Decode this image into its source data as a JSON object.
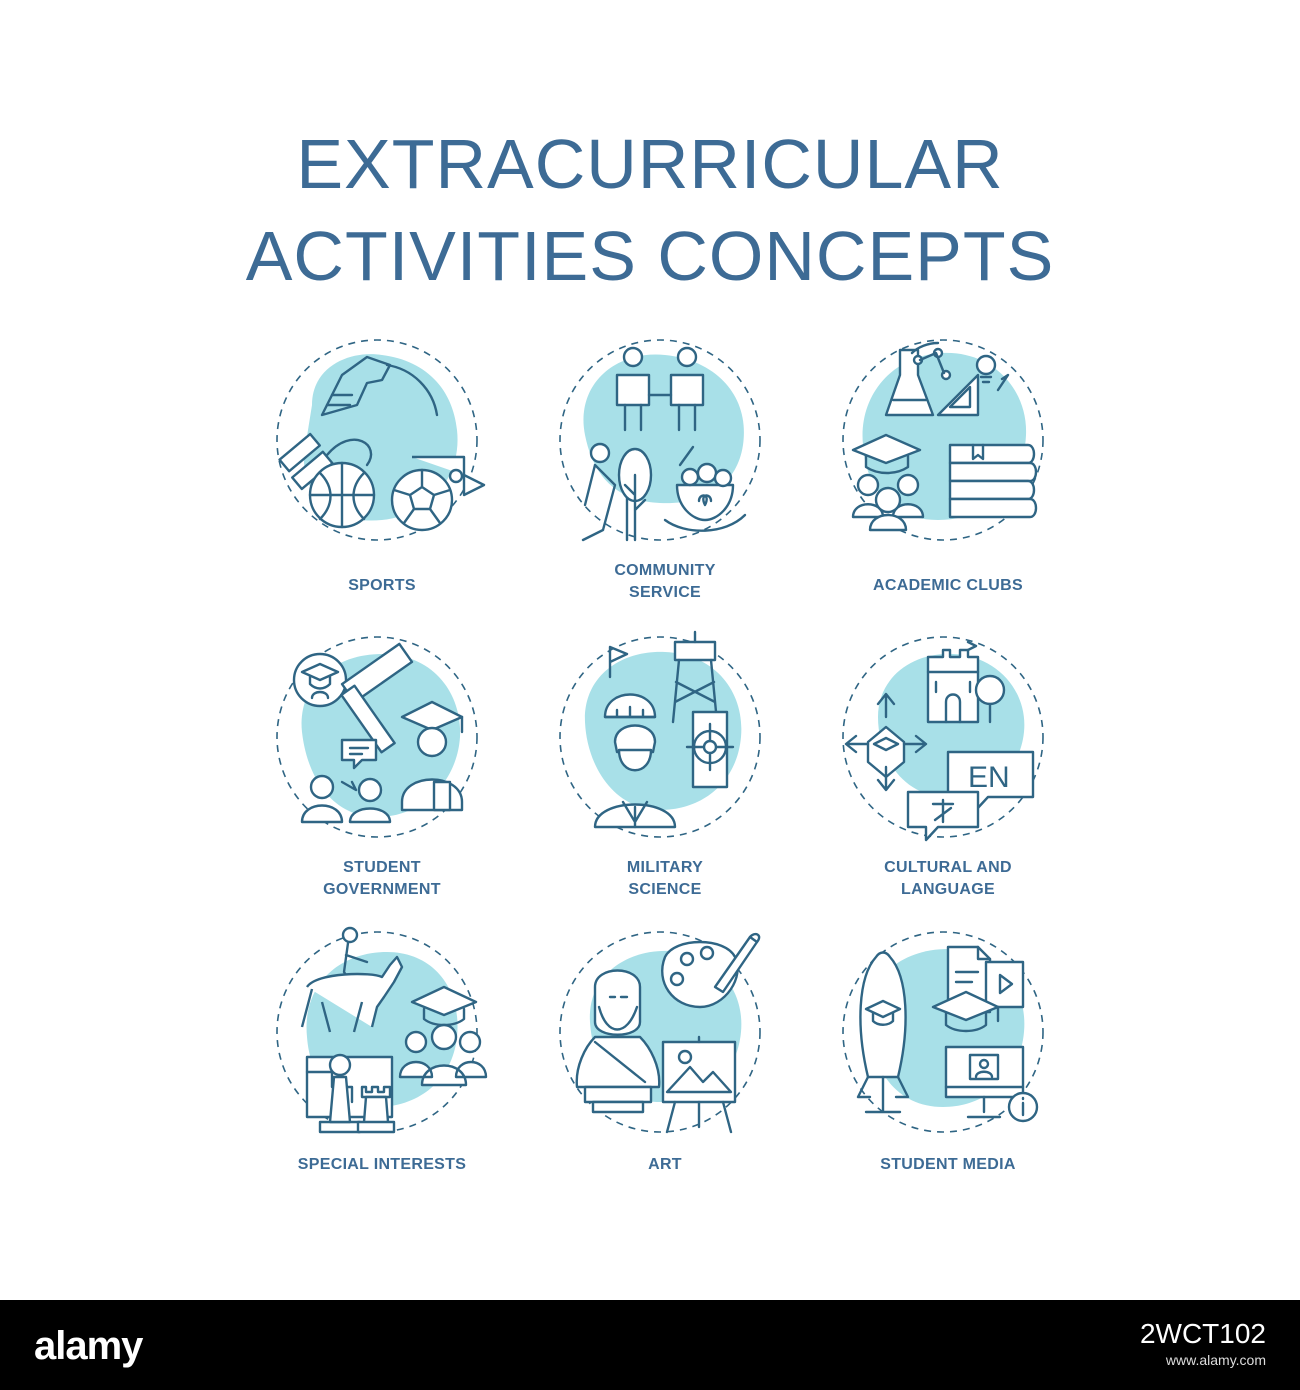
{
  "title": {
    "line1": "EXTRACURRICULAR",
    "line2": "ACTIVITIES CONCEPTS"
  },
  "colors": {
    "text": "#3d6b95",
    "stroke": "#2f6584",
    "accent": "#a8e0e8",
    "background": "#ffffff",
    "footer": "#000000"
  },
  "concepts": [
    {
      "label_lines": [
        "SPORTS"
      ],
      "icon": "sports-icon"
    },
    {
      "label_lines": [
        "COMMUNITY",
        "SERVICE"
      ],
      "icon": "community-service-icon"
    },
    {
      "label_lines": [
        "ACADEMIC CLUBS"
      ],
      "icon": "academic-clubs-icon"
    },
    {
      "label_lines": [
        "STUDENT",
        "GOVERNMENT"
      ],
      "icon": "student-government-icon"
    },
    {
      "label_lines": [
        "MILITARY",
        "SCIENCE"
      ],
      "icon": "military-science-icon"
    },
    {
      "label_lines": [
        "CULTURAL AND",
        "LANGUAGE"
      ],
      "icon": "cultural-language-icon"
    },
    {
      "label_lines": [
        "SPECIAL INTERESTS"
      ],
      "icon": "special-interests-icon"
    },
    {
      "label_lines": [
        "ART"
      ],
      "icon": "art-icon"
    },
    {
      "label_lines": [
        "STUDENT MEDIA"
      ],
      "icon": "student-media-icon"
    }
  ],
  "icon_texts": {
    "language_badge": "EN"
  },
  "footer": {
    "logo": "alamy",
    "image_id": "2WCT102",
    "url": "www.alamy.com"
  }
}
